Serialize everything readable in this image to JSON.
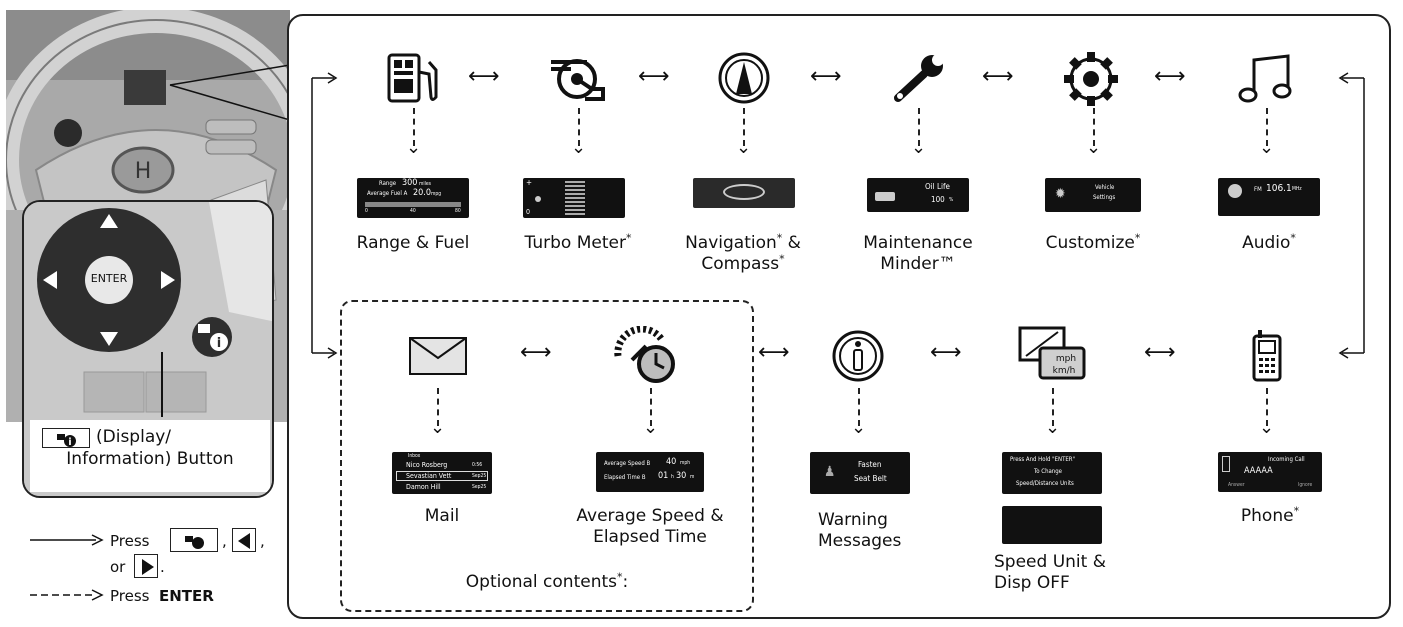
{
  "top_row": [
    {
      "label": "Range & Fuel",
      "star": ""
    },
    {
      "label": "Turbo Meter",
      "star": "*"
    },
    {
      "label": "Navigation",
      "star": "*",
      "label2": " &",
      "line2": "Compass",
      "star2": "*"
    },
    {
      "label": "Maintenance",
      "line2": "Minder™"
    },
    {
      "label": "Customize",
      "star": "*"
    },
    {
      "label": "Audio",
      "star": "*"
    }
  ],
  "bottom_row": [
    {
      "label": "Mail"
    },
    {
      "label": "Average Speed &",
      "line2": "Elapsed Time"
    },
    {
      "label": "Warning",
      "line2": "Messages"
    },
    {
      "label": "Speed Unit &",
      "line2": "Disp OFF"
    },
    {
      "label": "Phone",
      "star": "*"
    }
  ],
  "optional": {
    "label": "Optional contents",
    "star": "*",
    "suffix": ":"
  },
  "screens": {
    "range": {
      "l1a": "Range",
      "l1b": "300",
      "l1c": "miles",
      "l2a": "Average Fuel A",
      "l2b": "20.0",
      "l2c": "mpg",
      "t0": "0",
      "t1": "40",
      "t2": "80"
    },
    "turbo": {
      "plus": "+",
      "zero": "0"
    },
    "maint": {
      "l1": "Oil Life",
      "l2": "100",
      "l2u": "%"
    },
    "custom": {
      "l1": "Vehicle",
      "l2": "Settings"
    },
    "audio": {
      "band": "FM",
      "freq": "106.1",
      "unit": "MHz"
    },
    "mail": {
      "h1": "Inbox",
      "r1": "Nico Rosberg",
      "r1t": "0:56",
      "r2": "Sevastian Vett",
      "r2t": "Sep25",
      "r3": "Damon Hill",
      "r3t": "Sep25"
    },
    "avg": {
      "l1a": "Average Speed B",
      "l1b": "40",
      "l1c": "mph",
      "l2a": "Elapsed Time B",
      "l2b": "01",
      "l2c": "h",
      "l2d": "30",
      "l2e": "m"
    },
    "warn": {
      "l1": "Fasten",
      "l2": "Seat Belt"
    },
    "speedunit": {
      "l1": "Press And Hold \"ENTER\"",
      "l2": "To Change",
      "l3": "Speed/Distance Units"
    },
    "phone": {
      "l1": "Incoming Call",
      "l2": "AAAAA",
      "l3a": "Answer",
      "l3b": "Ignore"
    },
    "speedicon": {
      "u1": "mph",
      "u2": "km/h"
    }
  },
  "pad": {
    "center": "ENTER"
  },
  "button_caption": {
    "line1": "(Display/",
    "line2": "Information) Button"
  },
  "legend": {
    "press": "Press",
    "comma": ",",
    "or": "or",
    "period": ".",
    "press2": "Press",
    "enter": "ENTER",
    "period2": "."
  }
}
